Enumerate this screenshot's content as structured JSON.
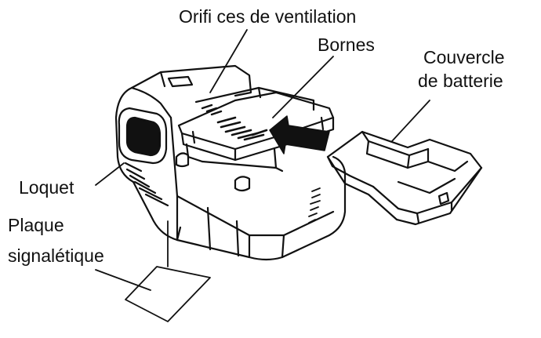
{
  "figure": {
    "labels": {
      "vents": "Orifi ces de ventilation",
      "terminals": "Bornes",
      "cover_line1": "Couvercle",
      "cover_line2": "de batterie",
      "latch": "Loquet",
      "plate_line1": "Plaque",
      "plate_line2": "signalétique"
    },
    "colors": {
      "ink": "#111111",
      "background": "#ffffff"
    },
    "icons": {
      "insert_direction": "arrow-left-icon"
    }
  }
}
